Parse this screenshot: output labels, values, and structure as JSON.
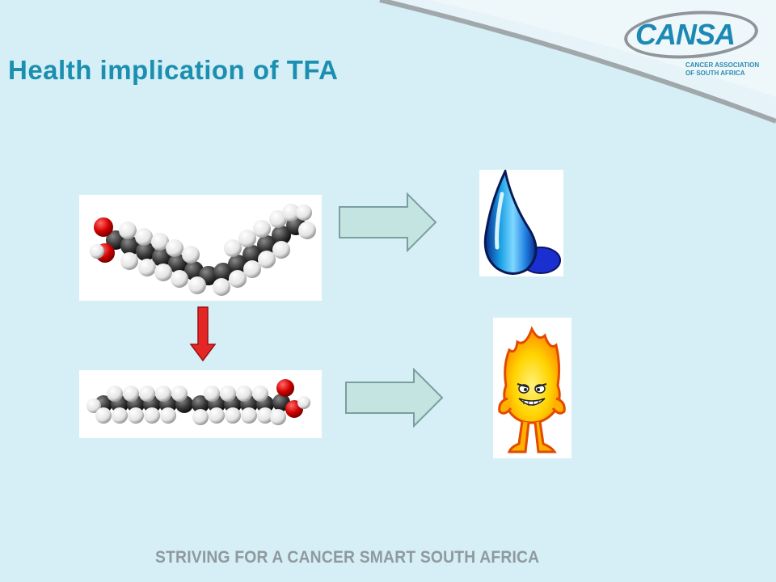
{
  "slide": {
    "title": "Health implication of TFA",
    "footer": "STRIVING FOR A CANCER SMART SOUTH AFRICA"
  },
  "logo": {
    "name": "CANSA",
    "tagline_line1": "CANCER ASSOCIATION",
    "tagline_line2": "OF SOUTH AFRICA"
  },
  "colors": {
    "title": "#1b8fb0",
    "background": "#d4ecf4",
    "arrow_fill": "#c4e4e2",
    "arrow_stroke": "#7b9e9e",
    "red_arrow": "#e42626",
    "footer": "#8e9a9e"
  },
  "figures": {
    "cis_molecule": "cis fatty acid space-filling molecule (bent chain)",
    "trans_molecule": "trans fatty acid space-filling molecule (straight chain)",
    "liquid_icon": "blue-drop-icon",
    "fire_icon": "flame-character-icon"
  }
}
